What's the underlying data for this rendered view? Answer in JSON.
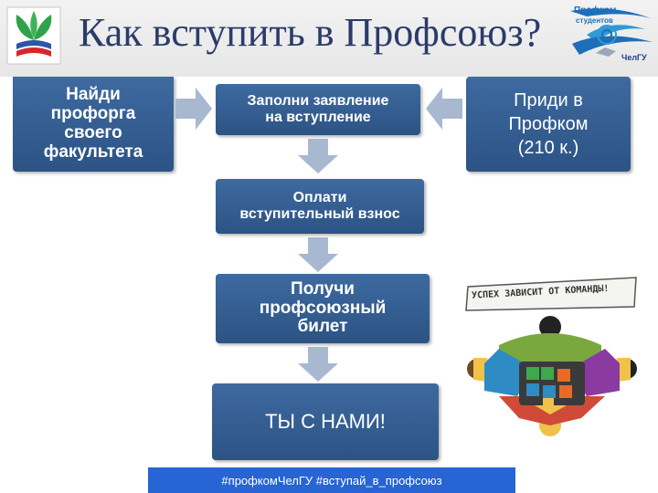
{
  "title": "Как вступить в Профсоюз?",
  "logo_right": {
    "line1": "Профком",
    "line2": "студентов",
    "line3": "ЧелГУ"
  },
  "steps": {
    "find": [
      "Найди",
      "профорга",
      "своего",
      "факультета"
    ],
    "apply": [
      "Заполни заявление",
      "на вступление"
    ],
    "come": [
      "Приди в",
      "Профком",
      "(210 к.)"
    ],
    "pay": [
      "Оплати",
      "вступительный взнос"
    ],
    "ticket": [
      "Получи",
      "профсоюзный",
      "билет"
    ],
    "final": "ТЫ С НАМИ!"
  },
  "teamwork_banner": "УСПЕХ ЗАВИСИТ ОТ КОМАНДЫ!",
  "footer": "#профкомЧелГУ  #вступай_в_профсоюз",
  "colors": {
    "box": "#3e6aa0",
    "arrow": "#a8b8d0",
    "footer": "#2764d4",
    "title": "#2b3b6b"
  }
}
